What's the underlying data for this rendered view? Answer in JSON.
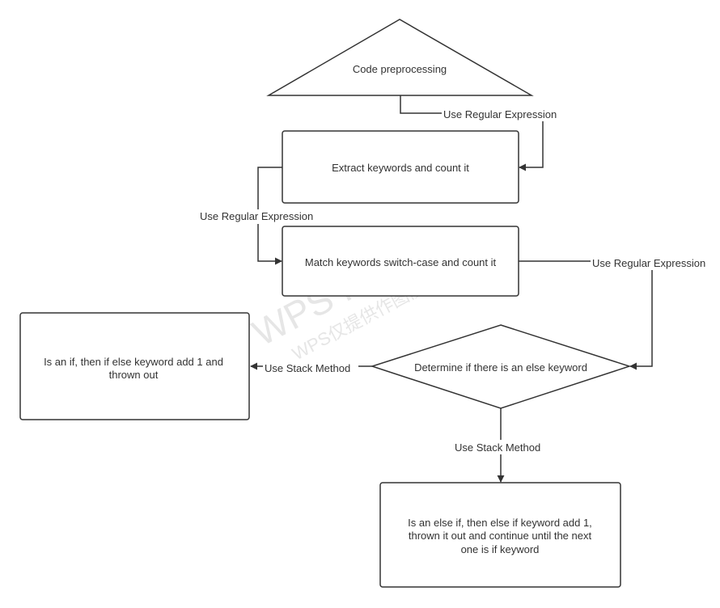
{
  "watermark": {
    "line1": "WPS Flow",
    "line2": "WPS仅提供作图能力"
  },
  "nodes": {
    "preprocess": {
      "text": "Code preprocessing"
    },
    "extract": {
      "text": "Extract keywords and count it"
    },
    "match": {
      "text": "Match keywords switch-case and count it"
    },
    "decision": {
      "text": "Determine if there is an else keyword"
    },
    "if_box": {
      "lines": [
        "Is an if, then if else keyword add 1 and",
        "thrown out"
      ]
    },
    "else_box": {
      "lines": [
        "Is an else if, then else if keyword add 1,",
        "thrown it out and continue until the next",
        "one is if keyword"
      ]
    }
  },
  "edges": {
    "pre_to_extract": {
      "label": "Use Regular Expression"
    },
    "extract_to_match": {
      "label": "Use Regular Expression"
    },
    "match_to_decision": {
      "label": "Use Regular Expression"
    },
    "decision_to_if": {
      "label": "Use Stack Method"
    },
    "decision_to_else": {
      "label": "Use Stack Method"
    }
  },
  "colors": {
    "stroke": "#333333",
    "fill": "#ffffff",
    "text": "#333333",
    "watermark": "#e6e6e6"
  }
}
